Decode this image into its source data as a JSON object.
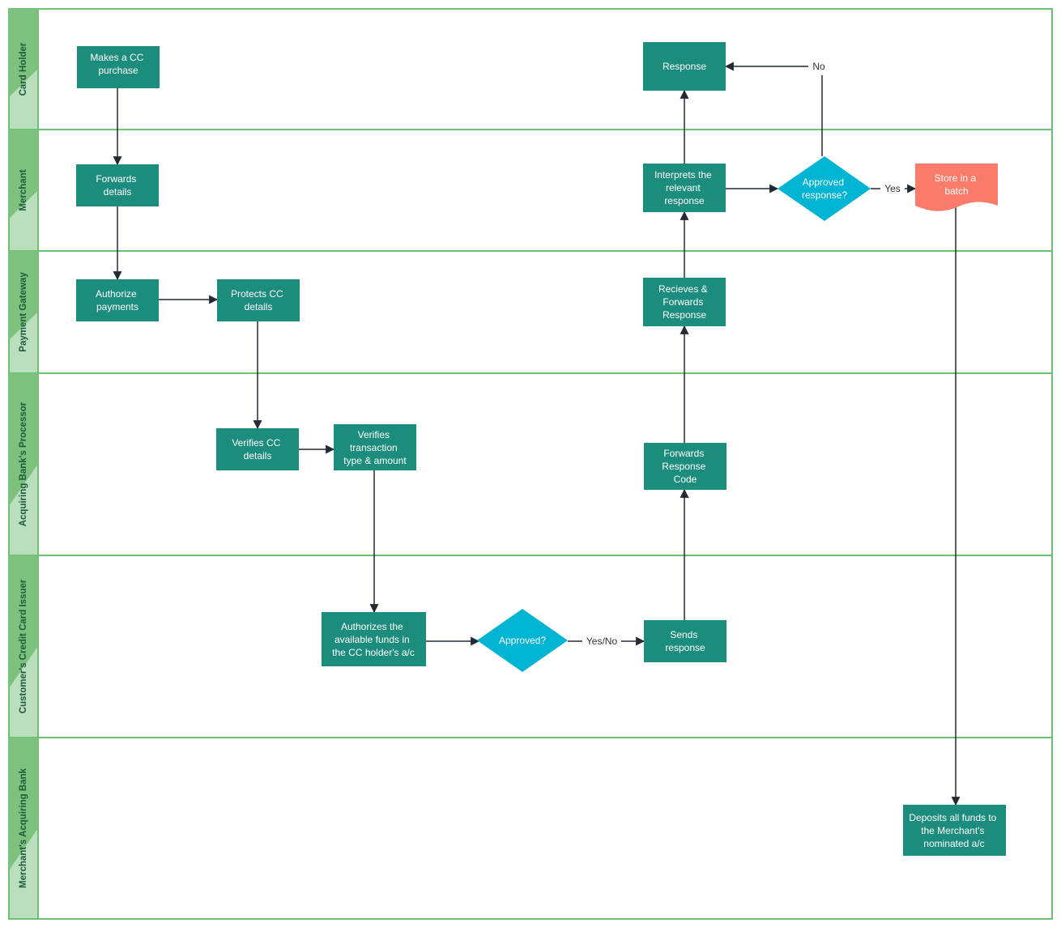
{
  "colors": {
    "lane_border": "#6cbf73",
    "lane_header": "#b9dfbc",
    "lane_header_accent": "#7cc27e",
    "lane_header_text": "#1f5a3a",
    "process_fill": "#1c8c7c",
    "decision_fill": "#00b4d3",
    "store_fill": "#f97c6a",
    "connector": "#222a33",
    "label_text": "#333333"
  },
  "lanes": [
    {
      "id": "card-holder",
      "label": "Card Holder"
    },
    {
      "id": "merchant",
      "label": "Merchant"
    },
    {
      "id": "payment-gateway",
      "label": "Payment Gateway"
    },
    {
      "id": "acquiring-processor",
      "label": "Acquiring Bank's Processor"
    },
    {
      "id": "card-issuer",
      "label": "Customer's Credit Card Issuer"
    },
    {
      "id": "merchant-bank",
      "label": "Merchant's Acquiring Bank"
    }
  ],
  "nodes": {
    "makes_purchase": {
      "lines": [
        "Makes a CC",
        "purchase"
      ]
    },
    "response": {
      "lines": [
        "Response"
      ]
    },
    "forwards_details": {
      "lines": [
        "Forwards",
        "details"
      ]
    },
    "interprets_response": {
      "lines": [
        "Interprets the",
        "relevant",
        "response"
      ]
    },
    "approved_response": {
      "lines": [
        "Approved",
        "response?"
      ]
    },
    "store_batch": {
      "lines": [
        "Store in a",
        "batch"
      ]
    },
    "authorize_payments": {
      "lines": [
        "Authorize",
        "payments"
      ]
    },
    "protects_details": {
      "lines": [
        "Protects CC",
        "details"
      ]
    },
    "receives_forwards": {
      "lines": [
        "Recieves &",
        "Forwards",
        "Response"
      ]
    },
    "verifies_details": {
      "lines": [
        "Verifies CC",
        "details"
      ]
    },
    "verifies_transaction": {
      "lines": [
        "Verifies",
        "transaction",
        "type & amount"
      ]
    },
    "forwards_code": {
      "lines": [
        "Forwards",
        "Response",
        "Code"
      ]
    },
    "authorizes_funds": {
      "lines": [
        "Authorizes the",
        "available funds in",
        "the CC holder's a/c"
      ]
    },
    "approved": {
      "lines": [
        "Approved?"
      ]
    },
    "sends_response": {
      "lines": [
        "Sends",
        "response"
      ]
    },
    "deposits_funds": {
      "lines": [
        "Deposits all funds to",
        "the Merchant's",
        "nominated a/c"
      ]
    }
  },
  "edge_labels": {
    "no": "No",
    "yes": "Yes",
    "yes_no": "Yes/No"
  }
}
